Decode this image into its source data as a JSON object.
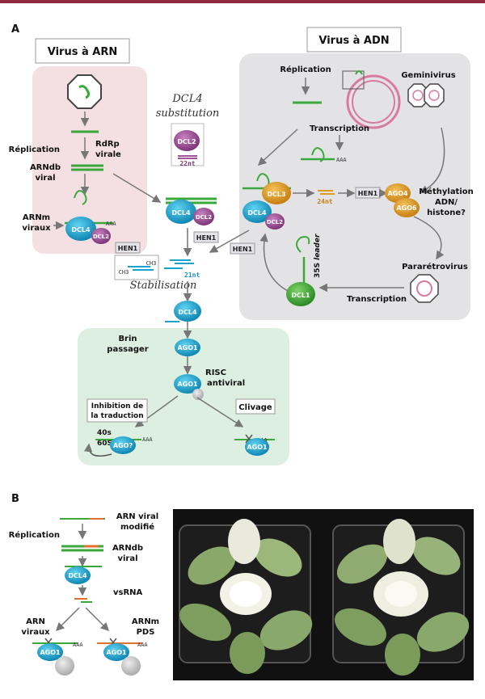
{
  "panels": {
    "a": "A",
    "b": "B"
  },
  "rna_box": {
    "title": "Virus à ARN",
    "replication": "Réplication",
    "rdrp": "RdRp\nvirale",
    "dsrna": "ARNdb\nviral",
    "mrna": "ARNm\nviraux"
  },
  "dna_box": {
    "title": "Virus à ADN",
    "replication": "Réplication",
    "geminivirus": "Geminivirus",
    "transcription1": "Transcription",
    "methylation": "Méthylation\nADN/\nhistone?",
    "pararetro": "Pararétrovirus",
    "transcription2": "Transcription",
    "leader": "35S leader"
  },
  "substitution": {
    "line1": "DCL4",
    "line2": "substitution",
    "size": "22nt"
  },
  "labels": {
    "stabilisation": "Stabilisation",
    "size21": "21nt",
    "size24": "24nt",
    "ch3": "CH3",
    "aaa": "AAA",
    "brin": "Brin\npassager",
    "risc": "RISC\nantiviral",
    "inhibition": "Inhibition de\nla traduction",
    "clivage": "Clivage",
    "r40": "40s",
    "r60": "60S"
  },
  "proteins": {
    "dcl4": "DCL4",
    "dcl2": "DCL2",
    "dcl3": "DCL3",
    "dcl1": "DCL1",
    "hen1": "HEN1",
    "ago1": "AGO1",
    "ago4": "AGO4",
    "ago6": "AGO6",
    "ago_q": "AGO?"
  },
  "panel_b": {
    "arn_mod": "ARN viral\nmodifié",
    "replication": "Réplication",
    "arndb": "ARNdb\nviral",
    "vsrna": "vsRNA",
    "arn_viraux": "ARN\nviraux",
    "arnm_pds": "ARNm\nPDS"
  },
  "colors": {
    "blue": "#1aa3cf",
    "purple": "#a0539a",
    "orange": "#e09a1f",
    "green": "#3aa83a",
    "pink_box": "#f4dfe3",
    "gray_box": "#e3e3e6",
    "green_box": "#dcefe0"
  }
}
